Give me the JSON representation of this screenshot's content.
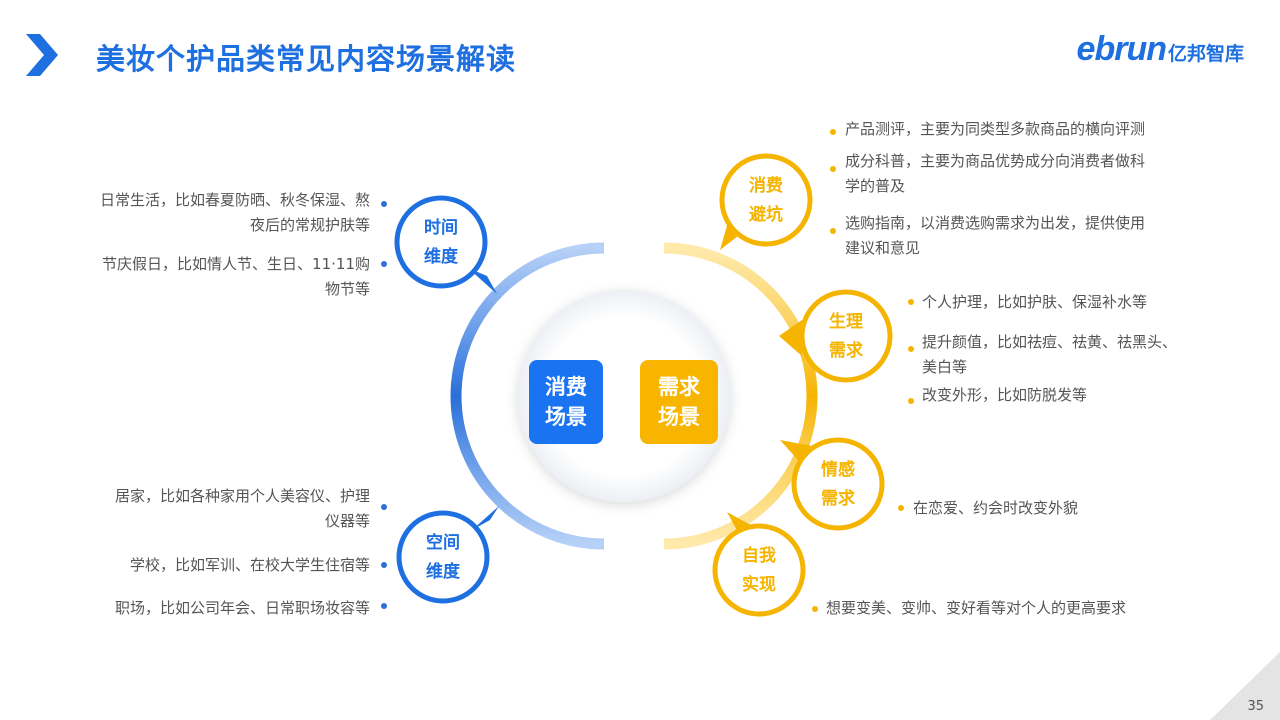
{
  "header": {
    "title": "美妆个护品类常见内容场景解读",
    "logo_en": "ebrun",
    "logo_cn": "亿邦智库"
  },
  "colors": {
    "blue": "#1e6fe0",
    "yellow": "#f5b400",
    "text": "#555555"
  },
  "center": {
    "left_label_1": "消费",
    "left_label_2": "场景",
    "right_label_1": "需求",
    "right_label_2": "场景"
  },
  "left": {
    "time": {
      "label_1": "时间",
      "label_2": "维度",
      "items": [
        {
          "l1": "日常生活，比如春夏防晒、秋冬保湿、熬",
          "l2": "夜后的常规护肤等"
        },
        {
          "l1": "节庆假日，比如情人节、生日、11·11购",
          "l2": "物节等"
        }
      ]
    },
    "space": {
      "label_1": "空间",
      "label_2": "维度",
      "items": [
        {
          "l1": "居家，比如各种家用个人美容仪、护理",
          "l2": "仪器等"
        },
        {
          "l1": "学校，比如军训、在校大学生住宿等"
        },
        {
          "l1": "职场，比如公司年会、日常职场妆容等"
        }
      ]
    }
  },
  "right": {
    "avoid": {
      "label_1": "消费",
      "label_2": "避坑",
      "items": [
        {
          "l1": "产品测评，主要为同类型多款商品的横向评测"
        },
        {
          "l1": "成分科普，主要为商品优势成分向消费者做科",
          "l2": "学的普及"
        },
        {
          "l1": "选购指南，以消费选购需求为出发，提供使用",
          "l2": "建议和意见"
        }
      ]
    },
    "physio": {
      "label_1": "生理",
      "label_2": "需求",
      "items": [
        {
          "l1": "个人护理，比如护肤、保湿补水等"
        },
        {
          "l1": "提升颜值，比如祛痘、祛黄、祛黑头、",
          "l2": "美白等"
        },
        {
          "l1": "改变外形，比如防脱发等"
        }
      ]
    },
    "emotion": {
      "label_1": "情感",
      "label_2": "需求",
      "items": [
        {
          "l1": "在恋爱、约会时改变外貌"
        }
      ]
    },
    "self": {
      "label_1": "自我",
      "label_2": "实现",
      "items": [
        {
          "l1": "想要变美、变帅、变好看等对个人的更高要求"
        }
      ]
    }
  },
  "page_number": "35"
}
